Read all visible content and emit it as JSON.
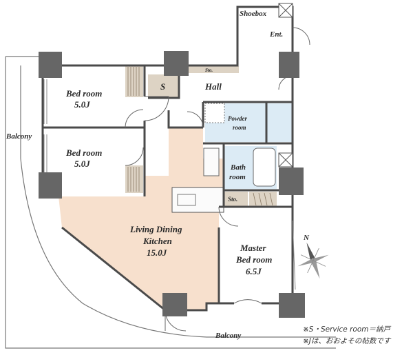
{
  "colors": {
    "wall": "#4a4a4a",
    "column": "#666666",
    "ldk_floor": "#f7e0cd",
    "wet_area": "#dcebf5",
    "storage": "#ddd3c4",
    "room": "#ffffff",
    "balcony_line": "#777777"
  },
  "rooms": {
    "bedroom1": {
      "name": "Bed room",
      "size": "5.0J"
    },
    "bedroom2": {
      "name": "Bed room",
      "size": "5.0J"
    },
    "ldk": {
      "name_line1": "Living Dining",
      "name_line2": "Kitchen",
      "size": "15.0J"
    },
    "master": {
      "name_line1": "Master",
      "name_line2": "Bed room",
      "size": "6.5J"
    },
    "hall": "Hall",
    "powder": {
      "line1": "Powder",
      "line2": "room"
    },
    "bath": {
      "line1": "Bath",
      "line2": "room"
    },
    "entrance": "Ent.",
    "shoebox": "Shoebox",
    "service": "S",
    "storage_top": "Sto.",
    "storage_mid": "Sto.",
    "balcony_left": "Balcony",
    "balcony_bottom": "Balcony"
  },
  "compass": {
    "north_label": "N"
  },
  "notes": [
    "※S・Service room＝納戸",
    "※Jは、おおよその帖数です"
  ]
}
